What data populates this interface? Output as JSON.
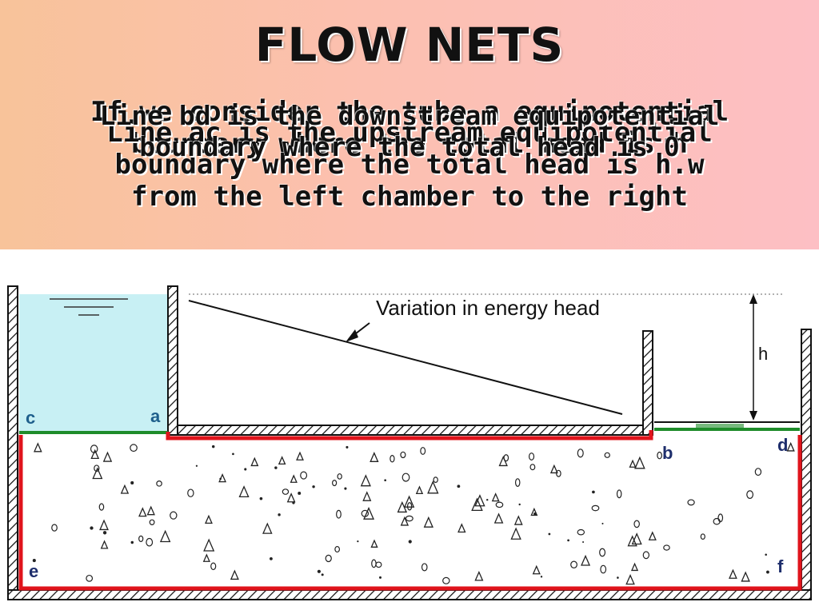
{
  "slide": {
    "title": "FLOW NETS",
    "overlay_lines": [
      [
        "If we consider the tube a equipotential",
        "boundary where the total head is h"
      ],
      [
        "Line ac is the upstream equipotential",
        "boundary where the total head is h.w",
        "from the left chamber to the right"
      ],
      [
        "Line bd is the downstream equipotential",
        "boundary where the total head is 0"
      ]
    ]
  },
  "diagram": {
    "annotation": "Variation in energy head",
    "head_label": "h",
    "points": {
      "a": "a",
      "b": "b",
      "c": "c",
      "d": "d",
      "e": "e",
      "f": "f"
    },
    "colors": {
      "water": "#c8f0f4",
      "boundary_flow": "#e0141c",
      "boundary_equipotential": "#1e8c2a"
    }
  }
}
